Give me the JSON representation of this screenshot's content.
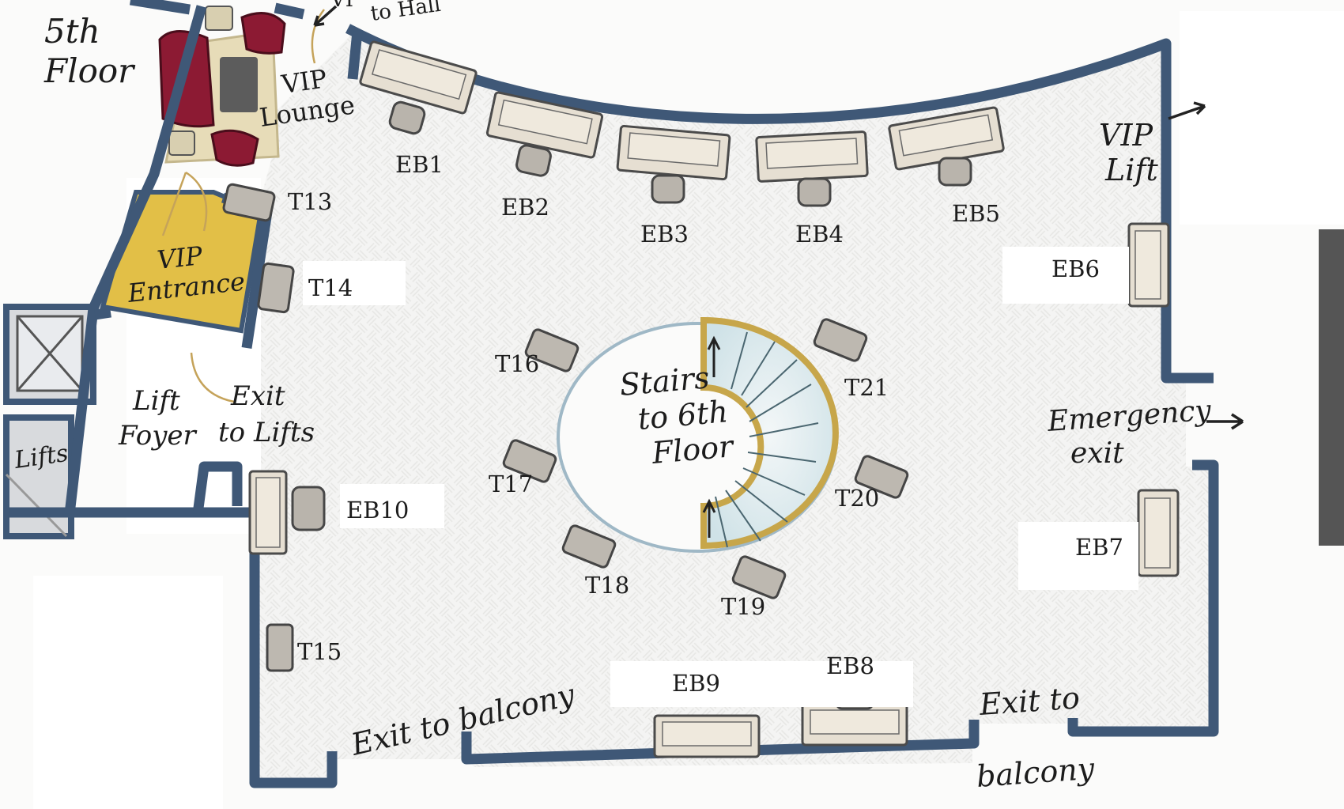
{
  "floor_title": [
    "5th",
    "Floor"
  ],
  "areas": {
    "vip_lounge": [
      "VIP",
      "Lounge"
    ],
    "vip_entrance": [
      "VIP",
      "Entrance"
    ],
    "lift_foyer": [
      "Lift",
      "Foyer"
    ],
    "exit_to_lifts": [
      "Exit",
      "to Lifts"
    ],
    "lifts": "Lifts",
    "to_hall": [
      "VI",
      "to Hall"
    ],
    "vip_lift": [
      "VIP",
      "Lift"
    ],
    "emergency_exit": [
      "Emergency",
      "exit"
    ],
    "stairs": [
      "Stairs",
      "to 6th",
      "Floor"
    ],
    "exit_balcony_left": "Exit to balcony",
    "exit_balcony_right": [
      "Exit to",
      "balcony"
    ]
  },
  "booths": {
    "eb1": "EB1",
    "eb2": "EB2",
    "eb3": "EB3",
    "eb4": "EB4",
    "eb5": "EB5",
    "eb6": "EB6",
    "eb7": "EB7",
    "eb8": "EB8",
    "eb9": "EB9",
    "eb10": "EB10"
  },
  "tables": {
    "t13": "T13",
    "t14": "T14",
    "t15": "T15",
    "t16": "T16",
    "t17": "T17",
    "t18": "T18",
    "t19": "T19",
    "t20": "T20",
    "t21": "T21"
  },
  "colors": {
    "wall": "#3f5877",
    "entrance": "#e2bf47",
    "lounge_sofa": "#8c1a33",
    "stair_rail": "#c7a64a",
    "floor": "#fbfbfa"
  }
}
